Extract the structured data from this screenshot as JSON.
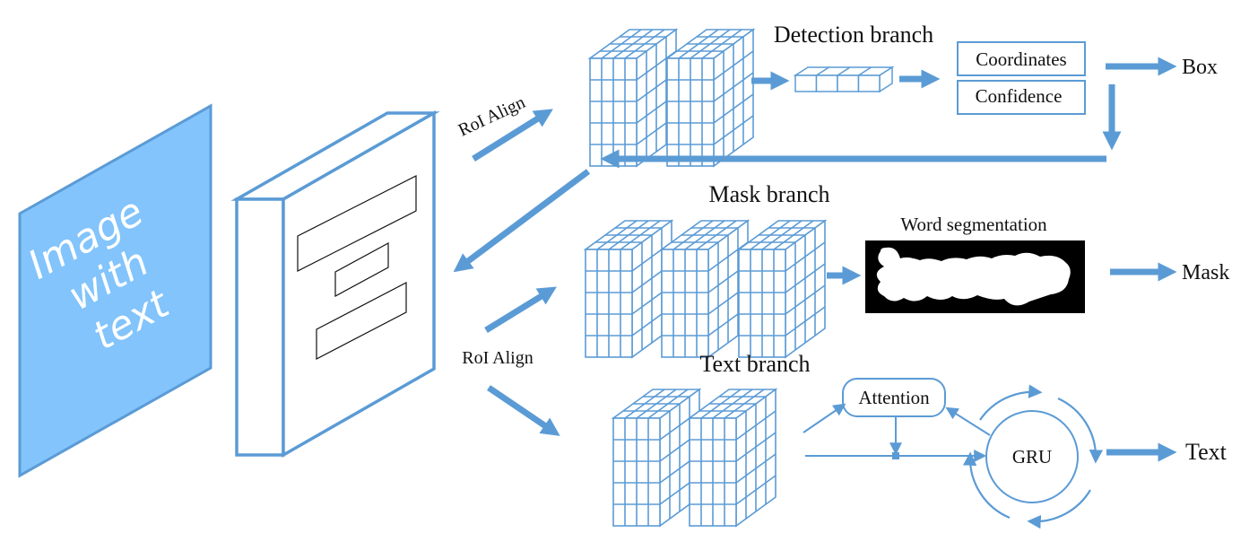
{
  "input_image": {
    "line1": "Image",
    "line2": "with",
    "line3": "text",
    "fill_color": "#82C4FB",
    "edge_color": "#5B9BD5"
  },
  "roi_align_top": "RoI Align",
  "roi_align_bottom": "RoI Align",
  "detection": {
    "title": "Detection branch",
    "coordinates": "Coordinates",
    "confidence": "Confidence",
    "output": "Box"
  },
  "mask": {
    "title": "Mask branch",
    "segmentation_label": "Word segmentation",
    "output": "Mask"
  },
  "text_branch": {
    "title": "Text branch",
    "attention": "Attention",
    "gru": "GRU",
    "output": "Text"
  },
  "colors": {
    "accent": "#5B9BD5",
    "text": "#111111",
    "mask_bg": "#000000"
  }
}
